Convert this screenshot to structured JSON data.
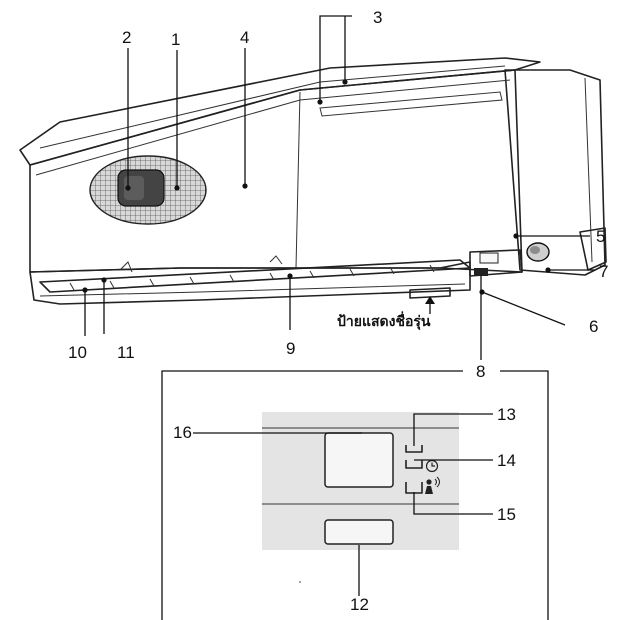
{
  "callouts": {
    "c1": "1",
    "c2": "2",
    "c3": "3",
    "c4": "4",
    "c5": "5",
    "c6": "6",
    "c7": "7",
    "c8": "8",
    "c9": "9",
    "c10": "10",
    "c11": "11",
    "c12": "12",
    "c13": "13",
    "c14": "14",
    "c15": "15",
    "c16": "16"
  },
  "model_plate_label": "ป้ายแสดงชื่อรุ่น",
  "icons": {
    "timer": "clock-icon",
    "sensor": "person-wave-icon"
  },
  "colors": {
    "line": "#222222",
    "panel_fill": "#e4e4e4",
    "body_fill": "#efefef"
  }
}
